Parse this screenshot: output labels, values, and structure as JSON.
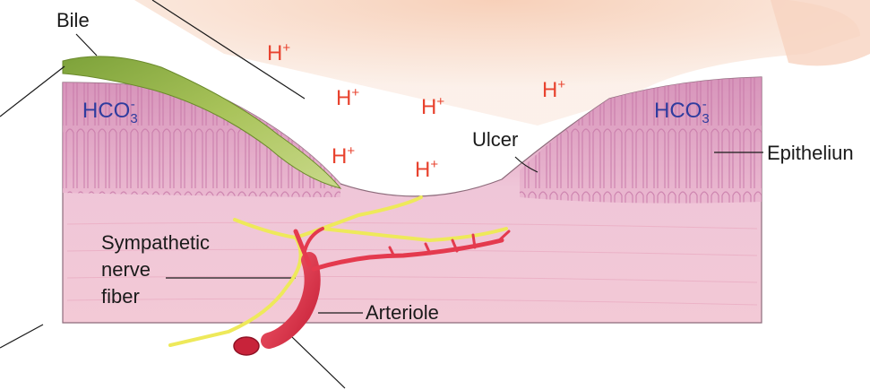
{
  "labels": {
    "bile": "Bile",
    "ulcer": "Ulcer",
    "epithelium": "Epitheliun",
    "sympathetic_line1": "Sympathetic",
    "sympathetic_line2": "nerve",
    "sympathetic_line3": "fiber",
    "arteriole": "Arteriole"
  },
  "ions": {
    "hydrogen": "H",
    "hydrogen_charge": "+",
    "bicarbonate_base": "HCO",
    "bicarbonate_sub": "3",
    "bicarbonate_charge": "-"
  },
  "colors": {
    "hydrogen_ion": "#e8432f",
    "bicarbonate": "#2f3c9e",
    "label_text": "#1a1a1a",
    "bile": "#8fae3c",
    "tissue": "#ecbfd3",
    "arteriole": "#e43a4e",
    "nerve": "#eee95a"
  }
}
